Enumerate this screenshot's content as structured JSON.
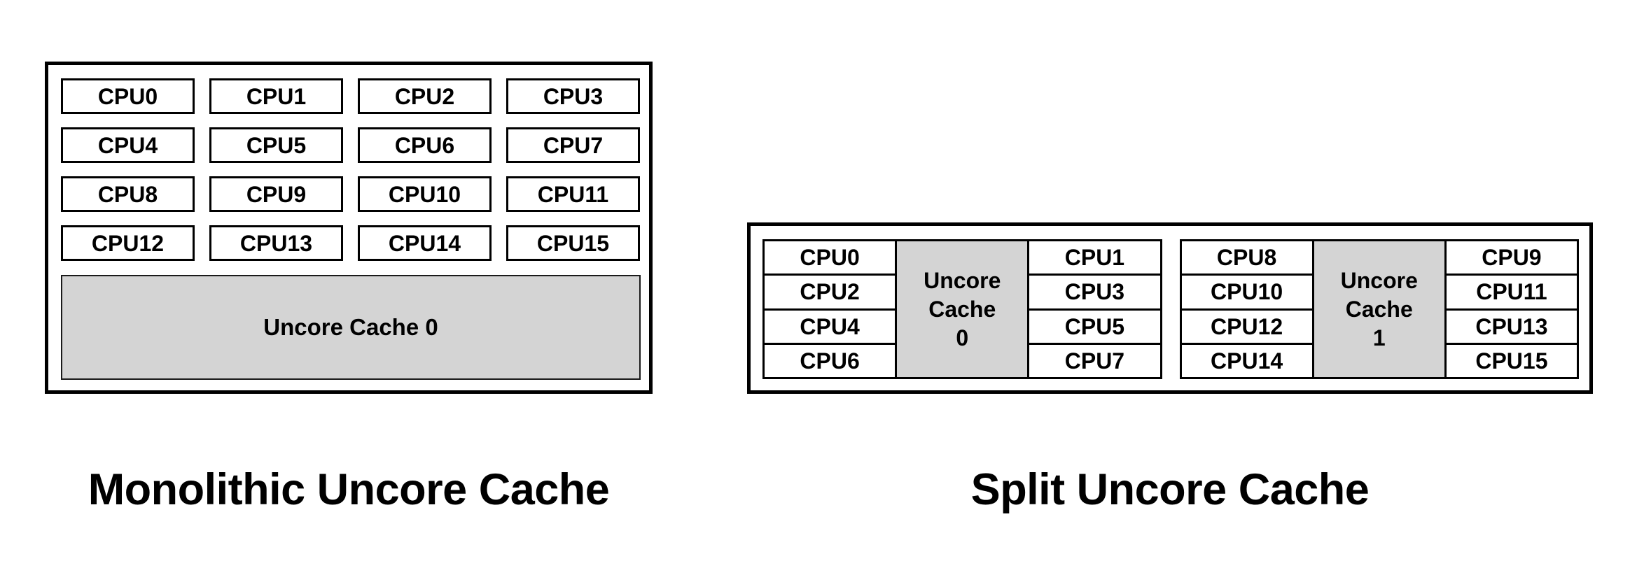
{
  "colors": {
    "cache_fill": "#d4d4d4",
    "line": "#000000",
    "background": "#ffffff"
  },
  "monolithic": {
    "caption": "Monolithic Uncore Cache",
    "cache_label": "Uncore Cache 0",
    "cpus": [
      "CPU0",
      "CPU1",
      "CPU2",
      "CPU3",
      "CPU4",
      "CPU5",
      "CPU6",
      "CPU7",
      "CPU8",
      "CPU9",
      "CPU10",
      "CPU11",
      "CPU12",
      "CPU13",
      "CPU14",
      "CPU15"
    ]
  },
  "split": {
    "caption": "Split Uncore Cache",
    "clusters": [
      {
        "left_cpus": [
          "CPU0",
          "CPU2",
          "CPU4",
          "CPU6"
        ],
        "cache_lines": [
          "Uncore",
          "Cache",
          "0"
        ],
        "right_cpus": [
          "CPU1",
          "CPU3",
          "CPU5",
          "CPU7"
        ]
      },
      {
        "left_cpus": [
          "CPU8",
          "CPU10",
          "CPU12",
          "CPU14"
        ],
        "cache_lines": [
          "Uncore",
          "Cache",
          "1"
        ],
        "right_cpus": [
          "CPU9",
          "CPU11",
          "CPU13",
          "CPU15"
        ]
      }
    ]
  }
}
